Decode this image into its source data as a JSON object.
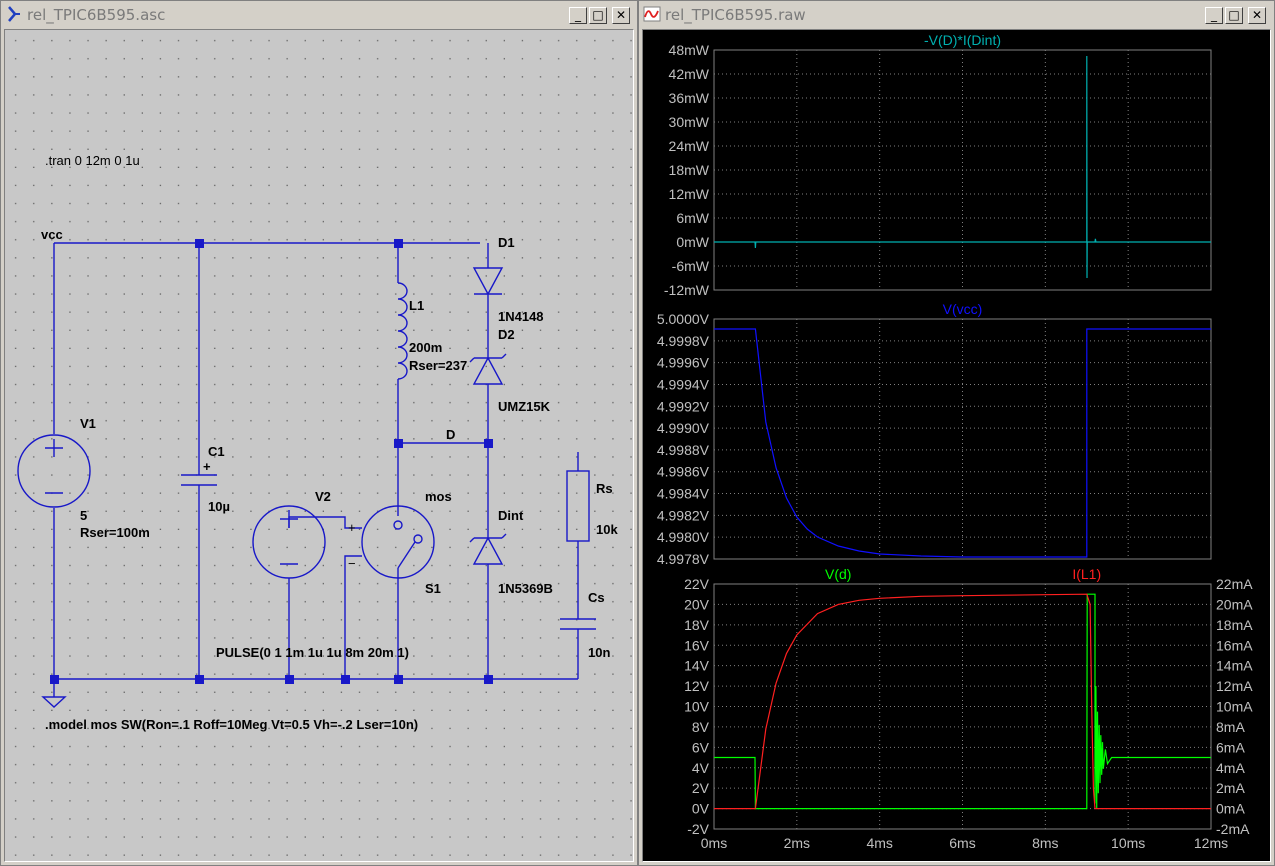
{
  "schematic_window": {
    "title": "rel_TPIC6B595.asc",
    "labels": {
      "tran": ".tran 0 12m 0 1u",
      "vcc": "vcc",
      "d_net": "D",
      "v1_name": "V1",
      "v1_value": "5",
      "v1_rser": "Rser=100m",
      "c1_name": "C1",
      "c1_value": "10µ",
      "c1_plus": "+",
      "l1_name": "L1",
      "l1_value": "200m",
      "l1_rser": "Rser=237",
      "d1_name": "D1",
      "d1_model": "1N4148",
      "d2_name": "D2",
      "d2_model": "UMZ15K",
      "v2_name": "V2",
      "s1_model": "mos",
      "s1_name": "S1",
      "dint_name": "Dint",
      "dint_model": "1N5369B",
      "rs_name": "Rs",
      "rs_value": "10k",
      "cs_name": "Cs",
      "cs_value": "10n",
      "pulse": "PULSE(0 1 1m 1u 1u 8m 20m 1)",
      "model": ".model mos SW(Ron=.1 Roff=10Meg Vt=0.5 Vh=-.2 Lser=10n)",
      "sw_plus": "+",
      "sw_minus": "−"
    }
  },
  "waveform_window": {
    "title": "rel_TPIC6B595.raw",
    "colors": {
      "bg": "#000000",
      "grid": "#808080",
      "axis_text": "#c0c0c0",
      "cyan": "#00b0b0",
      "blue": "#1010ff",
      "green": "#00ff00",
      "red": "#ff2020"
    }
  },
  "chart_data": [
    {
      "type": "line",
      "title": "-V(D)*I(Dint)",
      "x_ticks": [],
      "ylim": [
        -12,
        48
      ],
      "y_ticks": [
        "48mW",
        "42mW",
        "36mW",
        "30mW",
        "24mW",
        "18mW",
        "12mW",
        "6mW",
        "0mW",
        "-6mW",
        "-12mW"
      ],
      "xlim": [
        0,
        12
      ],
      "series": [
        {
          "name": "-V(D)*I(Dint)",
          "color": "#00b0b0",
          "x": [
            0,
            0.99,
            1.0,
            1.01,
            9.0,
            9.0,
            9.005,
            9.01,
            9.02,
            9.2,
            9.21,
            9.22,
            12
          ],
          "y": [
            0,
            0,
            -1.5,
            0,
            0,
            46.5,
            -9,
            0,
            0,
            0,
            0.8,
            0,
            0
          ]
        }
      ]
    },
    {
      "type": "line",
      "title": "V(vcc)",
      "x_ticks": [],
      "ylim": [
        4.9977,
        5.0001
      ],
      "y_ticks": [
        "5.0000V",
        "4.9998V",
        "4.9996V",
        "4.9994V",
        "4.9992V",
        "4.9990V",
        "4.9988V",
        "4.9986V",
        "4.9984V",
        "4.9982V",
        "4.9980V",
        "4.9978V"
      ],
      "xlim": [
        0,
        12
      ],
      "series": [
        {
          "name": "V(vcc)",
          "color": "#1010ff",
          "x": [
            0,
            1.0,
            1.25,
            1.5,
            1.75,
            2.0,
            2.25,
            2.5,
            3.0,
            3.5,
            4.0,
            5.0,
            6.0,
            9.0,
            9.0,
            12
          ],
          "y": [
            5.0,
            5.0,
            4.99907,
            4.99861,
            4.99831,
            4.99812,
            4.998,
            4.99792,
            4.99783,
            4.99778,
            4.99775,
            4.99773,
            4.99772,
            4.99772,
            5.0,
            5.0
          ]
        }
      ]
    },
    {
      "type": "line",
      "title": "",
      "x_ticks": [
        "0ms",
        "2ms",
        "4ms",
        "6ms",
        "8ms",
        "10ms",
        "12ms"
      ],
      "ylim": [
        -2,
        22
      ],
      "y_ticks": [
        "22V",
        "20V",
        "18V",
        "16V",
        "14V",
        "12V",
        "10V",
        "8V",
        "6V",
        "4V",
        "2V",
        "0V",
        "-2V"
      ],
      "y2lim": [
        -2,
        22
      ],
      "y2_ticks": [
        "22mA",
        "20mA",
        "18mA",
        "16mA",
        "14mA",
        "12mA",
        "10mA",
        "8mA",
        "6mA",
        "4mA",
        "2mA",
        "0mA",
        "-2mA"
      ],
      "xlim": [
        0,
        12
      ],
      "series": [
        {
          "name": "V(d)",
          "color": "#00ff00",
          "x": [
            0,
            0.99,
            1.0,
            9.0,
            9.01,
            9.2,
            9.2,
            9.22,
            9.24,
            9.26,
            9.28,
            9.3,
            9.32,
            9.34,
            9.36,
            9.38,
            9.4,
            9.45,
            9.5,
            9.6,
            12
          ],
          "y": [
            5,
            5,
            0,
            0,
            21,
            21,
            0.5,
            12,
            0,
            9.5,
            1.5,
            8.2,
            2.5,
            7.2,
            3.3,
            6.5,
            3.9,
            5.8,
            4.4,
            5,
            5
          ]
        },
        {
          "name": "I(L1)",
          "color": "#ff2020",
          "x": [
            0,
            1.0,
            1.25,
            1.5,
            1.75,
            2.0,
            2.5,
            3.0,
            3.5,
            4.0,
            5.0,
            6.0,
            7.0,
            8.0,
            9.0,
            9.08,
            9.12,
            9.16,
            9.2,
            12
          ],
          "y": [
            0,
            0,
            7.8,
            12.3,
            15.2,
            17.0,
            19.1,
            20.0,
            20.4,
            20.6,
            20.8,
            20.85,
            20.9,
            20.95,
            21,
            20,
            10,
            2,
            0,
            0
          ]
        }
      ]
    }
  ]
}
